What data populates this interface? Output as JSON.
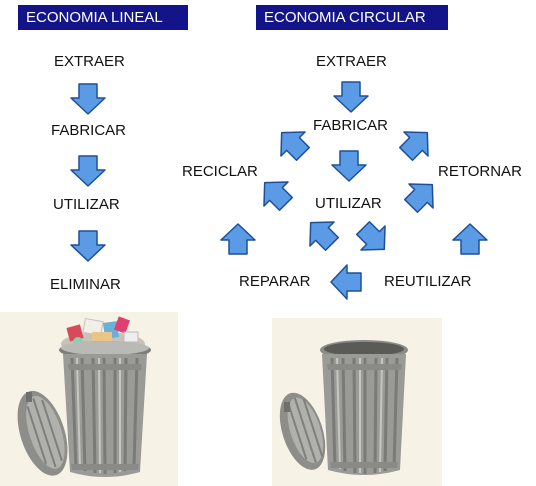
{
  "colors": {
    "header_bg": "#14148a",
    "header_text": "#ffffff",
    "arrow_fill": "#5b9be6",
    "arrow_stroke": "#1f4f97",
    "can_metal": "#9a9a96",
    "photo_bg": "#f7f2e6"
  },
  "linear": {
    "header": "ECONOMIA LINEAL",
    "steps": [
      "EXTRAER",
      "FABRICAR",
      "UTILIZAR",
      "ELIMINAR"
    ]
  },
  "circular": {
    "header": "ECONOMIA CIRCULAR",
    "extract": "EXTRAER",
    "make": "FABRICAR",
    "use": "UTILIZAR",
    "recycle": "RECICLAR",
    "return": "RETORNAR",
    "repair": "REPARAR",
    "reuse": "REUTILIZAR"
  },
  "images": {
    "left": "full-trash-can-icon",
    "right": "empty-trash-can-icon"
  }
}
